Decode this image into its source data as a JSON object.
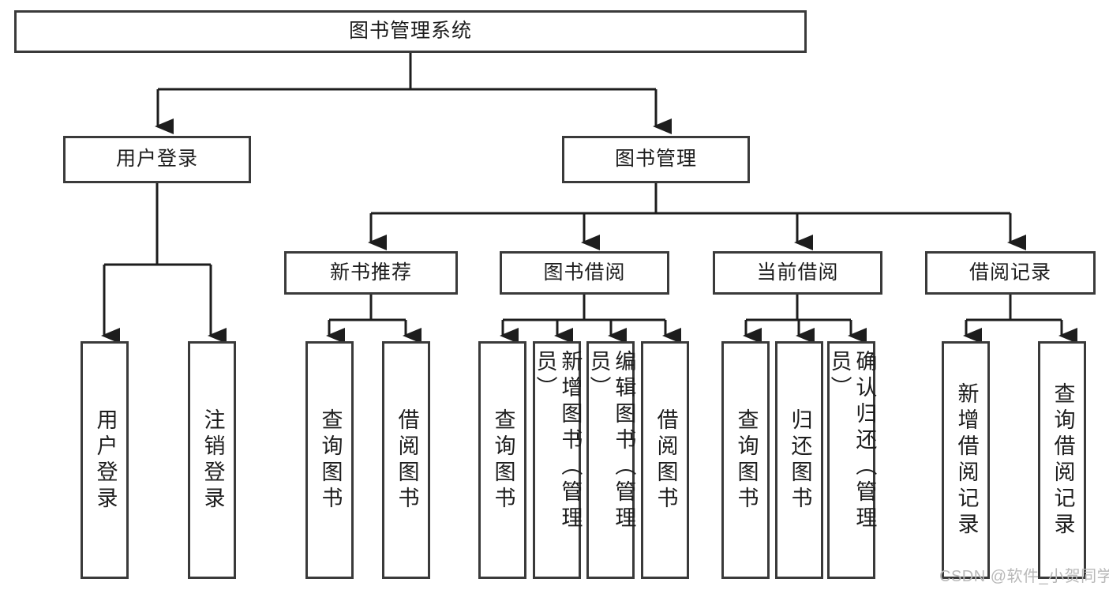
{
  "diagram": {
    "type": "tree",
    "title": "图书管理系统",
    "watermark": "CSDN @软件_小贺同学",
    "colors": {
      "box_border": "#3a3a3a",
      "box_fill": "#ffffff",
      "connector": "#1d1d1d",
      "text": "#1d1d1d",
      "watermark": "#b9b9b9"
    },
    "nodes": {
      "root": {
        "label": "图书管理系统"
      },
      "level2": [
        {
          "label": "用户登录"
        },
        {
          "label": "图书管理"
        }
      ],
      "level3": [
        {
          "label": "新书推荐"
        },
        {
          "label": "图书借阅"
        },
        {
          "label": "当前借阅"
        },
        {
          "label": "借阅记录"
        }
      ],
      "leaves": {
        "user_login": [
          {
            "label": "用户登录"
          },
          {
            "label": "注销登录"
          }
        ],
        "new_book": [
          {
            "label": "查询图书"
          },
          {
            "label": "借阅图书"
          }
        ],
        "borrow_book": [
          {
            "label": "查询图书"
          },
          {
            "label": "新增图书（管理员）"
          },
          {
            "label": "编辑图书（管理员）"
          },
          {
            "label": "借阅图书"
          }
        ],
        "current_borrow": [
          {
            "label": "查询图书"
          },
          {
            "label": "归还图书"
          },
          {
            "label": "确认归还（管理员）"
          }
        ],
        "borrow_record": [
          {
            "label": "新增借阅记录"
          },
          {
            "label": "查询借阅记录"
          }
        ]
      }
    }
  }
}
